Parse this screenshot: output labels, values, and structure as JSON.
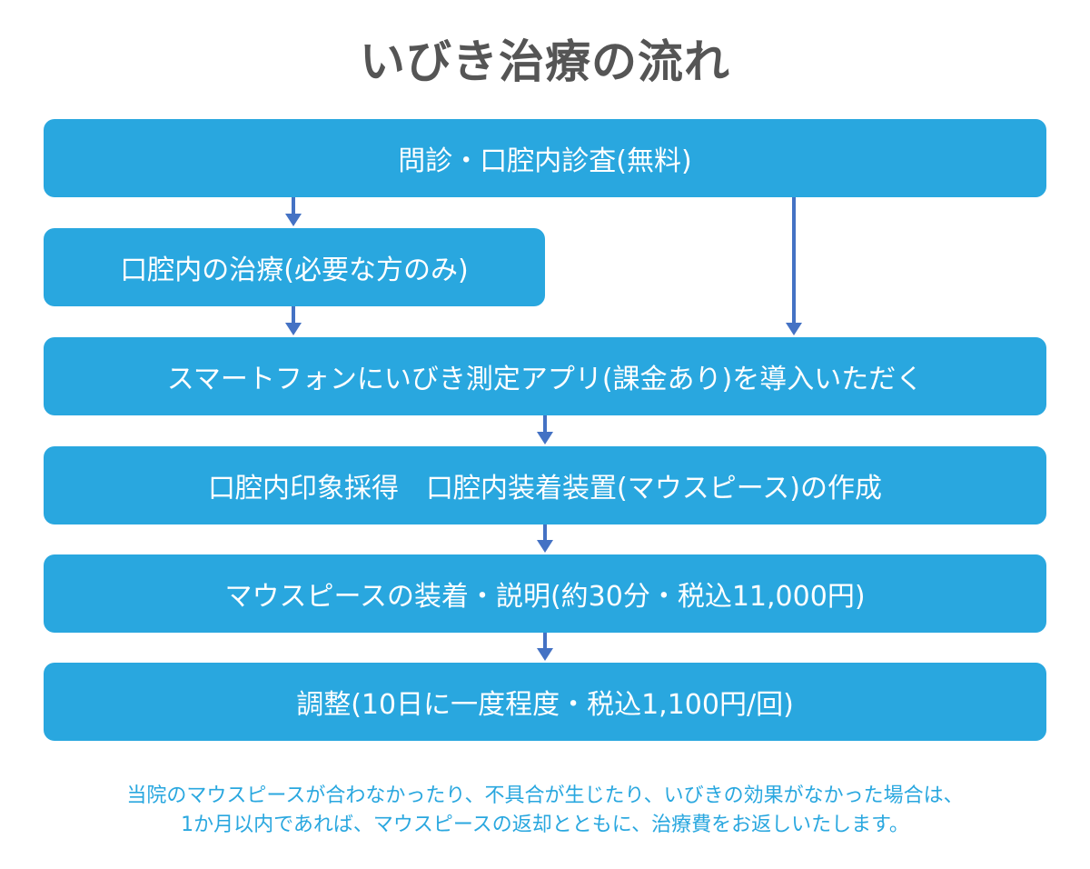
{
  "title": "いびき治療の流れ",
  "steps": [
    {
      "label": "問診・口腔内診査(無料)"
    },
    {
      "label": "口腔内の治療(必要な方のみ)"
    },
    {
      "label": "スマートフォンにいびき測定アプリ(課金あり)を導入いただく"
    },
    {
      "label": "口腔内印象採得　口腔内装着装置(マウスピース)の作成"
    },
    {
      "label": "マウスピースの装着・説明(約30分・税込11,000円)"
    },
    {
      "label": "調整(10日に一度程度・税込1,100円/回)"
    }
  ],
  "note": {
    "line1": "当院のマウスピースが合わなかったり、不具合が生じたり、いびきの効果がなかった場合は、",
    "line2": "1か月以内であれば、マウスピースの返却とともに、治療費をお返しいたします。"
  },
  "colors": {
    "box": "#29a7df",
    "arrow": "#4472c4",
    "title": "#555555",
    "note": "#29a7df"
  }
}
